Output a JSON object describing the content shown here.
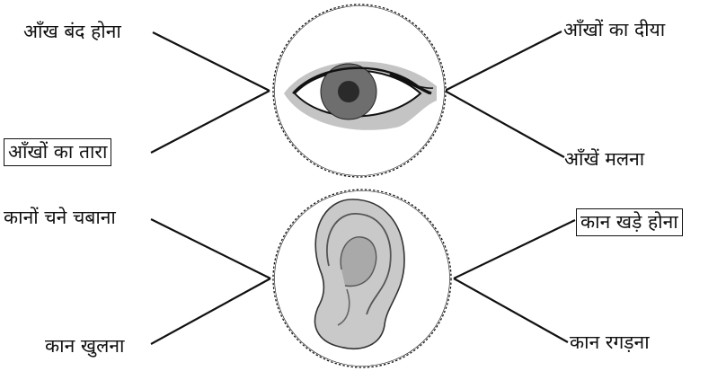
{
  "eye": {
    "left_top": "आँख बंद होना",
    "left_bottom": "आँखों का तारा",
    "right_top": "आँखों का दीया",
    "right_bottom": "आँखें मलना"
  },
  "ear": {
    "left_top": "कानों चने चबाना",
    "left_bottom": "कान खुलना",
    "right_top": "कान खड़े होना",
    "right_bottom": "कान रगड़ना"
  },
  "icons": [
    "eye-icon",
    "ear-icon"
  ],
  "colors": {
    "line": "#111111",
    "eye_band": "#c4c4c4",
    "iris": "#6e6e6e",
    "pupil": "#2a2a2a",
    "ear": "#c9c9c9"
  }
}
